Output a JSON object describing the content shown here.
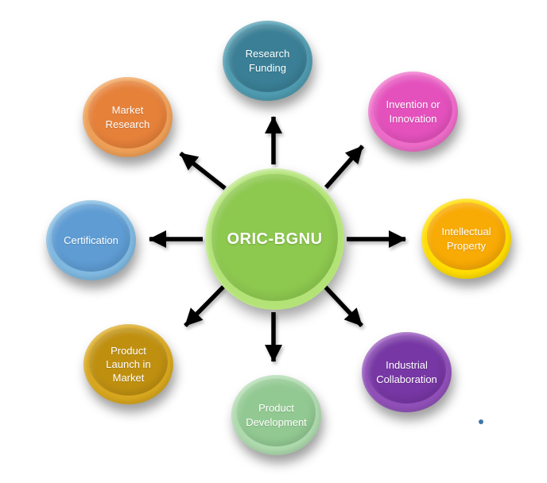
{
  "diagram": {
    "title": "ORIC-BGNU radial diagram",
    "text_color": "#ffffff",
    "arrow_color": "#000000",
    "center": {
      "label": "ORIC-BGNU",
      "ring": "#b3e377",
      "fill": "#8dc84f"
    },
    "nodes": [
      {
        "id": "research-funding",
        "label": [
          "Research",
          "Funding"
        ],
        "ring": "#4f9bb0",
        "fill": "#3a7f96"
      },
      {
        "id": "invention-or-innovation",
        "label": [
          "Invention or",
          "Innovation"
        ],
        "ring": "#ee6cc9",
        "fill": "#e451bd"
      },
      {
        "id": "intellectual-property",
        "label": [
          "Intellectual",
          "Property"
        ],
        "ring": "#ffdd00",
        "fill": "#f8aa05"
      },
      {
        "id": "industrial-collaboration",
        "label": [
          "Industrial",
          "Collaboration"
        ],
        "ring": "#9150b9",
        "fill": "#7737a4"
      },
      {
        "id": "product-development",
        "label": [
          "Product",
          "Development"
        ],
        "ring": "#aedaae",
        "fill": "#92c992"
      },
      {
        "id": "product-launch-in-market",
        "label": [
          "Product",
          "Launch in",
          "Market"
        ],
        "ring": "#d8a71e",
        "fill": "#bf9010"
      },
      {
        "id": "certification",
        "label": [
          "Certification"
        ],
        "ring": "#80b9e0",
        "fill": "#5e9cd3"
      },
      {
        "id": "market-research",
        "label": [
          "Market",
          "Research"
        ],
        "ring": "#efa057",
        "fill": "#e6813a"
      }
    ],
    "accent_dot": {
      "color": "#3e76a8"
    }
  }
}
